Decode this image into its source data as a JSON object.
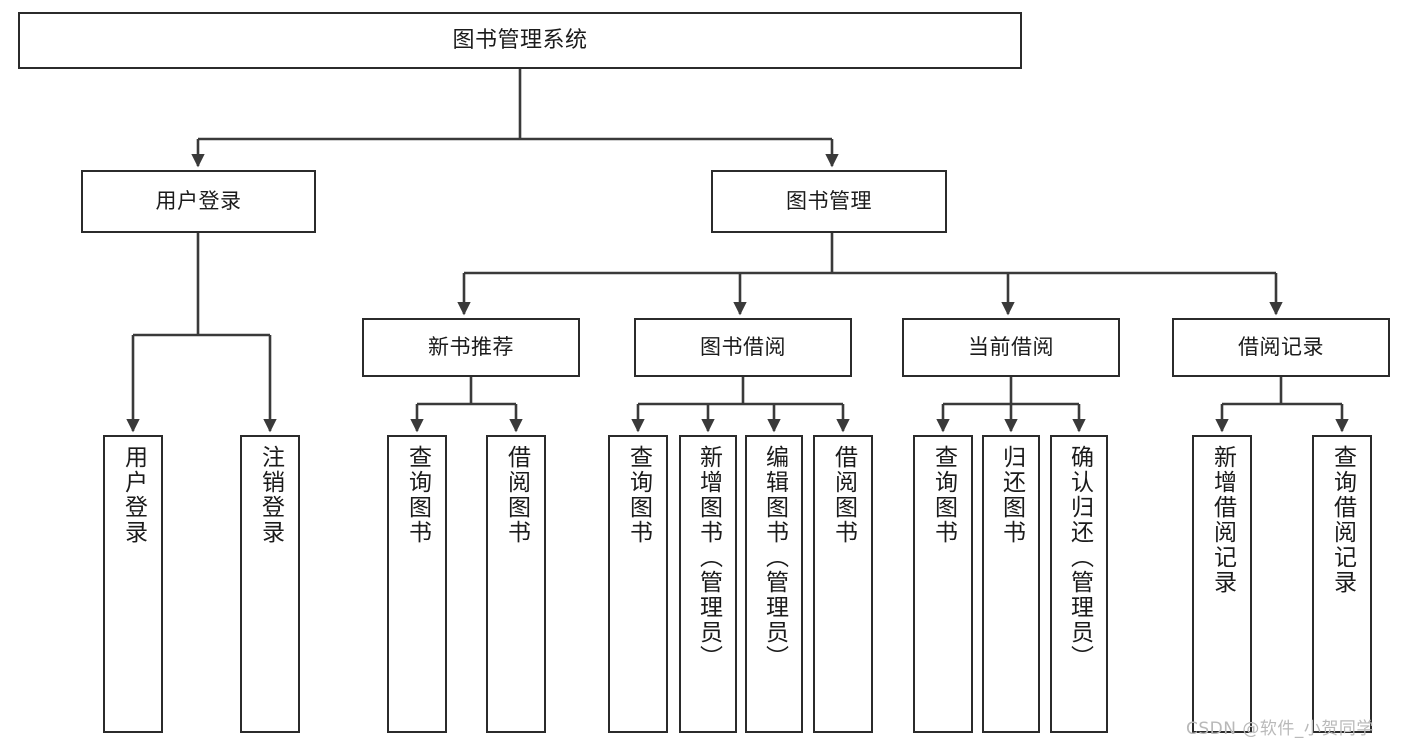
{
  "diagram": {
    "title": "图书管理系统",
    "type": "tree",
    "watermark": "CSDN @软件_小贺同学",
    "colors": {
      "box_border": "#2b2b2b",
      "box_fill": "#ffffff",
      "connector": "#3a3a3a",
      "text": "#1b1b1b",
      "watermark": "#b9b9b9"
    },
    "nodes": {
      "root": {
        "label": "图书管理系统"
      },
      "level2": [
        {
          "label": "用户登录"
        },
        {
          "label": "图书管理"
        }
      ],
      "level3": [
        {
          "label": "新书推荐"
        },
        {
          "label": "图书借阅"
        },
        {
          "label": "当前借阅"
        },
        {
          "label": "借阅记录"
        }
      ],
      "leaves_user_login": [
        {
          "label": "用户登录"
        },
        {
          "label": "注销登录"
        }
      ],
      "leaves_new_book": [
        {
          "label": "查询图书"
        },
        {
          "label": "借阅图书"
        }
      ],
      "leaves_borrow": [
        {
          "label": "查询图书"
        },
        {
          "label": "新增图书（管理员）"
        },
        {
          "label": "编辑图书（管理员）"
        },
        {
          "label": "借阅图书"
        }
      ],
      "leaves_current": [
        {
          "label": "查询图书"
        },
        {
          "label": "归还图书"
        },
        {
          "label": "确认归还（管理员）"
        }
      ],
      "leaves_records": [
        {
          "label": "新增借阅记录"
        },
        {
          "label": "查询借阅记录"
        }
      ]
    }
  }
}
